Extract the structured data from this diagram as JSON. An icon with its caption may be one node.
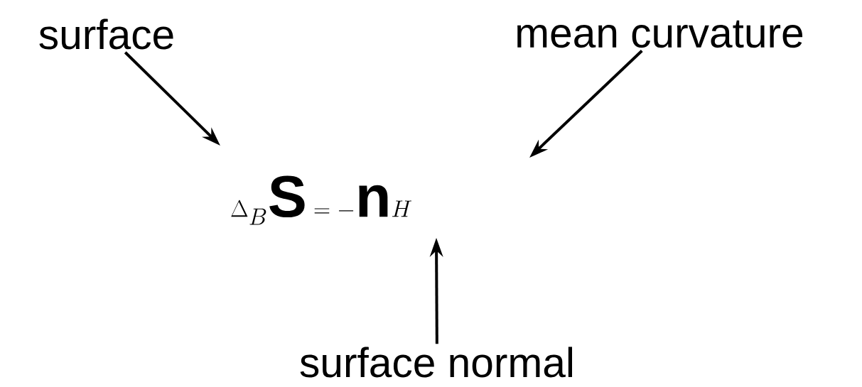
{
  "diagram": {
    "nodes": [
      {
        "text": [
          "surface"
        ]
      },
      {
        "text": [
          "mean curvature"
        ]
      },
      {
        "text": [
          "surface normal"
        ]
      }
    ],
    "edges": [
      {
        "from": 0,
        "to": null,
        "arrow": "to"
      },
      {
        "from": 1,
        "to": null,
        "arrow": "to"
      },
      {
        "from": 2,
        "to": null,
        "arrow": "to"
      }
    ],
    "labels": [
      "\\Delta_B \\mathbf{S} = -\\mathbf{n}H"
    ]
  }
}
